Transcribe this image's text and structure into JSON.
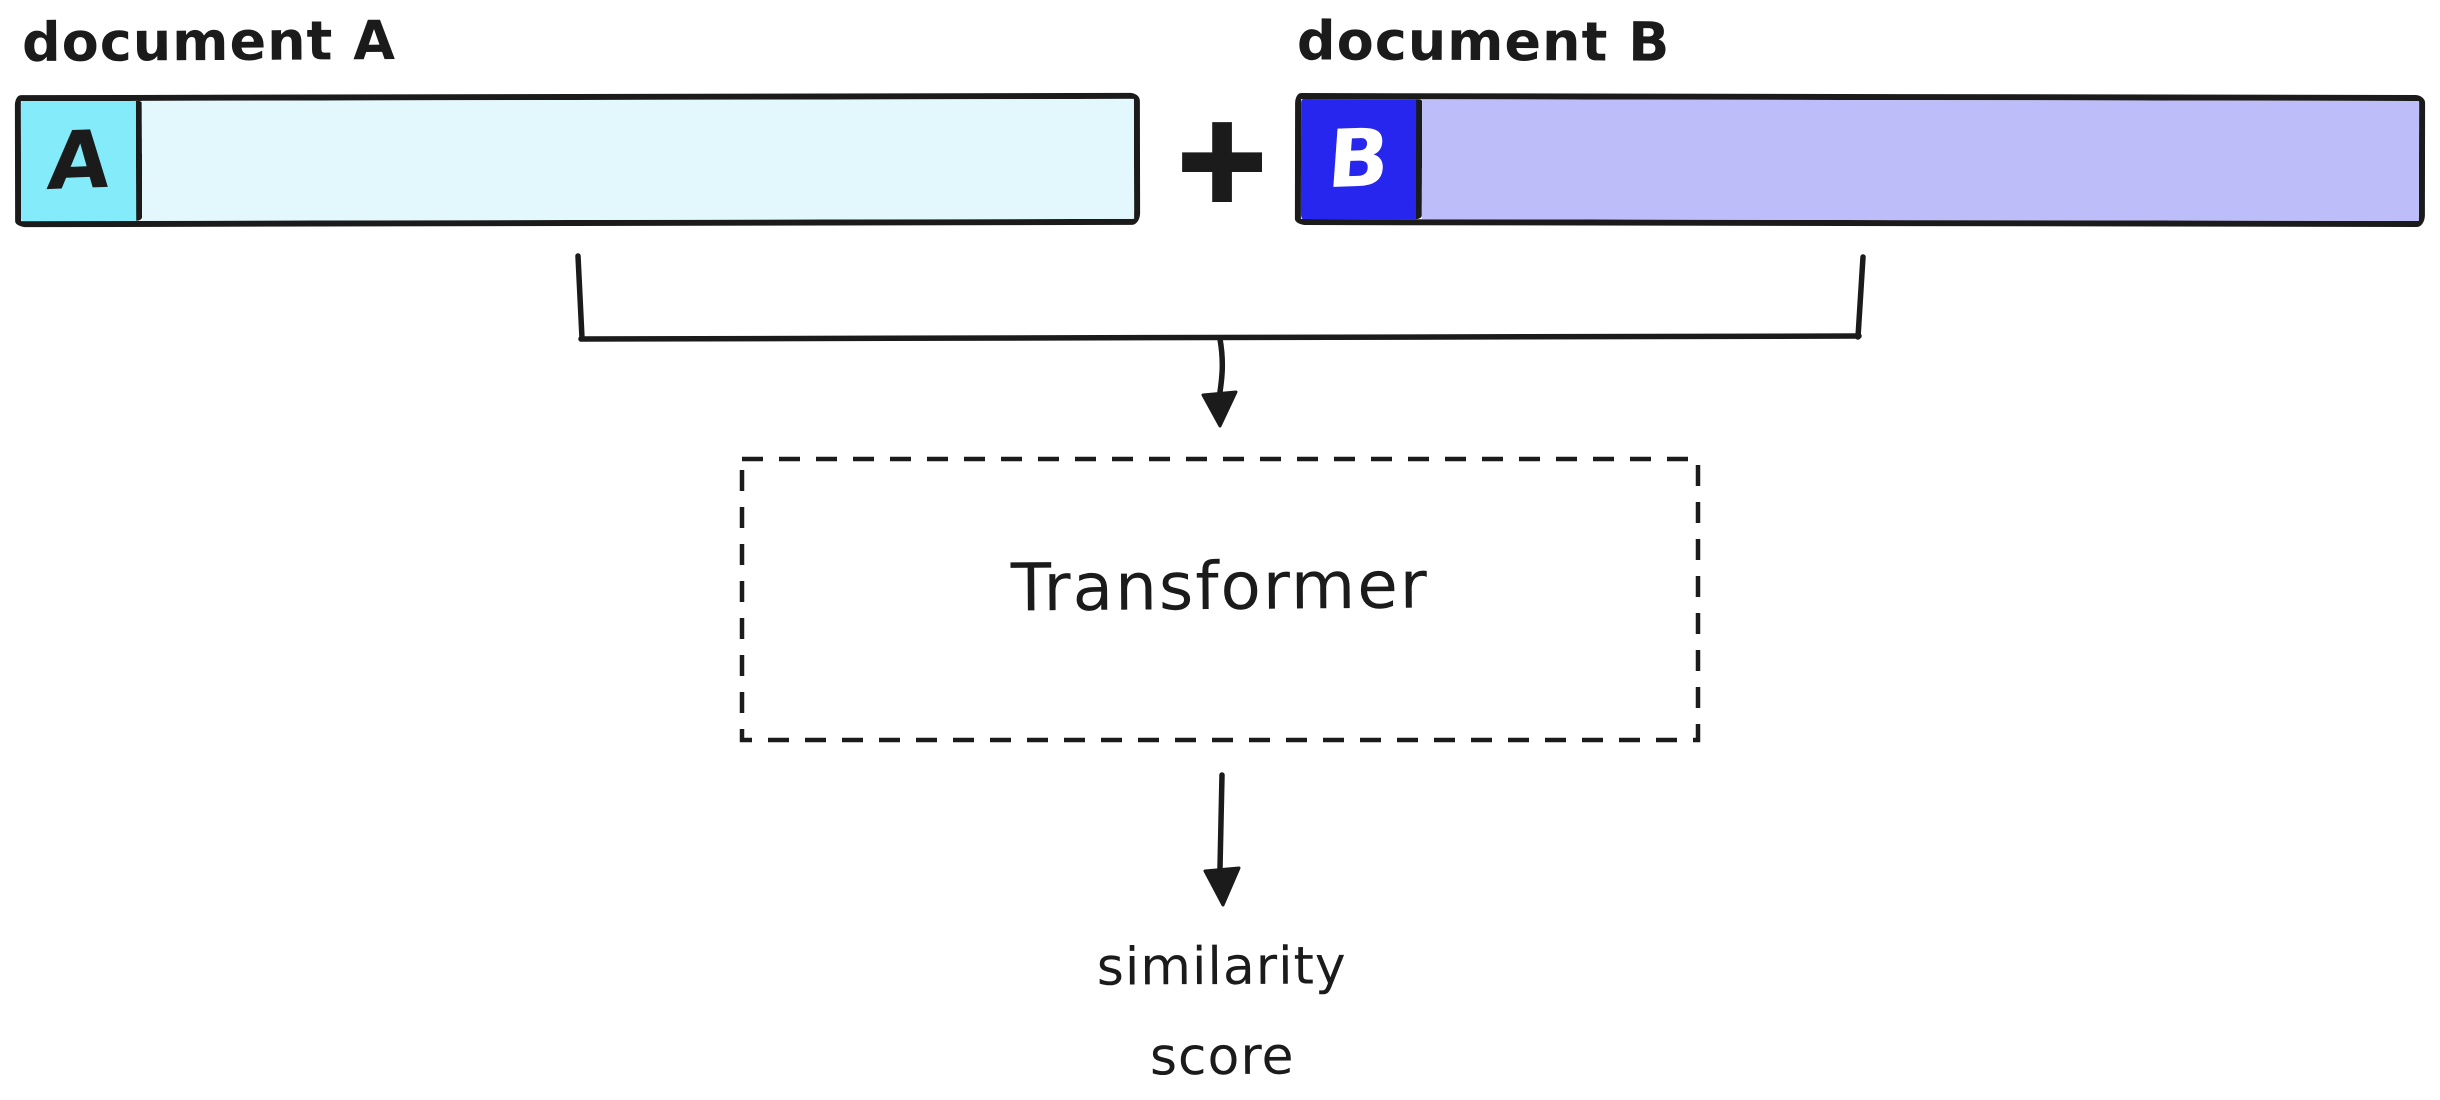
{
  "canvas": {
    "background": "#ffffff",
    "ink": "#1b1b1b"
  },
  "document_a": {
    "label": "document A",
    "token": "A",
    "token_color": "#84ebfa",
    "token_text_color": "#1b1b1b",
    "bar_color": "#e3f8fc"
  },
  "plus_sign": "+",
  "document_b": {
    "label": "document B",
    "token": "B",
    "token_color": "#2626ee",
    "token_text_color": "#ffffff",
    "bar_color": "#bdbdf9"
  },
  "transformer": {
    "label": "Transformer"
  },
  "output": {
    "line1": "similarity",
    "line2": "score"
  }
}
